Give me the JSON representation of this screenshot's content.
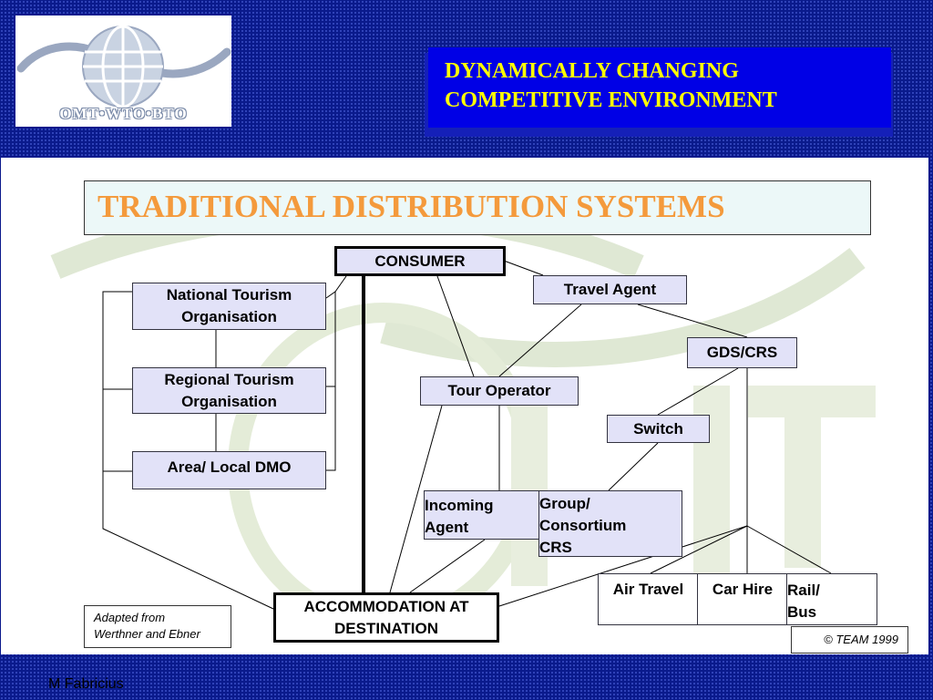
{
  "header": {
    "logo_text": "OMT•WTO•BTO",
    "title_line1": "DYNAMICALLY CHANGING",
    "title_line2": "COMPETITIVE ENVIRONMENT"
  },
  "heading": "TRADITIONAL DISTRIBUTION SYSTEMS",
  "nodes": {
    "consumer": "CONSUMER",
    "national_line1": "National Tourism",
    "national_line2": "Organisation",
    "regional_line1": "Regional Tourism",
    "regional_line2": "Organisation",
    "area": "Area/ Local DMO",
    "travel_agent": "Travel Agent",
    "gds": "GDS/CRS",
    "tour_operator": "Tour Operator",
    "switch": "Switch",
    "incoming_line1": "Incoming",
    "incoming_line2": "Agent",
    "group_line1": "Group/",
    "group_line2": "Consortium",
    "group_line3": "CRS",
    "accommodation_line1": "ACCOMMODATION AT",
    "accommodation_line2": "DESTINATION",
    "air_travel": "Air Travel",
    "car_hire": "Car Hire",
    "rail_line1": "Rail/",
    "rail_line2": "Bus"
  },
  "notes": {
    "adapted_line1": "Adapted from",
    "adapted_line2": "Werthner and Ebner",
    "copyright": "© TEAM 1999"
  },
  "footer": "M Fabricius",
  "colors": {
    "background": "#0a1a8c",
    "title_box": "#0000e6",
    "title_text": "#ffff00",
    "heading_text": "#f49a3c",
    "node_fill": "#e2e2f8"
  }
}
